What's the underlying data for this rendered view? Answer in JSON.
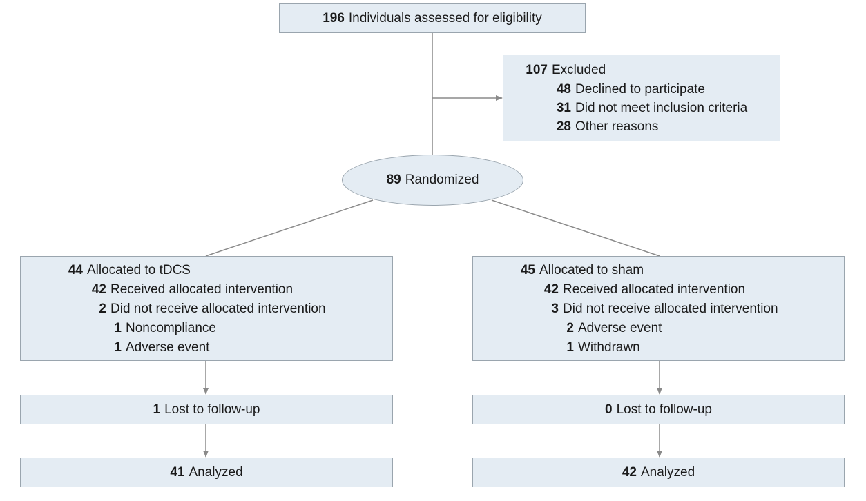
{
  "assessed": {
    "num": "196",
    "text": "Individuals assessed for eligibility"
  },
  "excluded": {
    "num": "107",
    "text": "Excluded",
    "reasons": [
      {
        "num": "48",
        "text": "Declined to participate"
      },
      {
        "num": "31",
        "text": "Did not meet inclusion criteria"
      },
      {
        "num": "28",
        "text": "Other reasons"
      }
    ]
  },
  "randomized": {
    "num": "89",
    "text": "Randomized"
  },
  "tdcs": {
    "allocated": {
      "num": "44",
      "text": "Allocated to tDCS"
    },
    "received": {
      "num": "42",
      "text": "Received allocated intervention"
    },
    "not_received": {
      "num": "2",
      "text": "Did not receive allocated intervention"
    },
    "reasons": [
      {
        "num": "1",
        "text": "Noncompliance"
      },
      {
        "num": "1",
        "text": "Adverse event"
      }
    ],
    "lost": {
      "num": "1",
      "text": "Lost to follow-up"
    },
    "analyzed": {
      "num": "41",
      "text": "Analyzed"
    }
  },
  "sham": {
    "allocated": {
      "num": "45",
      "text": "Allocated to sham"
    },
    "received": {
      "num": "42",
      "text": "Received allocated intervention"
    },
    "not_received": {
      "num": "3",
      "text": "Did not receive allocated intervention"
    },
    "reasons": [
      {
        "num": "2",
        "text": "Adverse event"
      },
      {
        "num": "1",
        "text": "Withdrawn"
      }
    ],
    "lost": {
      "num": "0",
      "text": "Lost to follow-up"
    },
    "analyzed": {
      "num": "42",
      "text": "Analyzed"
    }
  },
  "colors": {
    "box_fill": "#e4ecf3",
    "box_border": "#9aa5ae",
    "connector": "#8a8a8a"
  }
}
